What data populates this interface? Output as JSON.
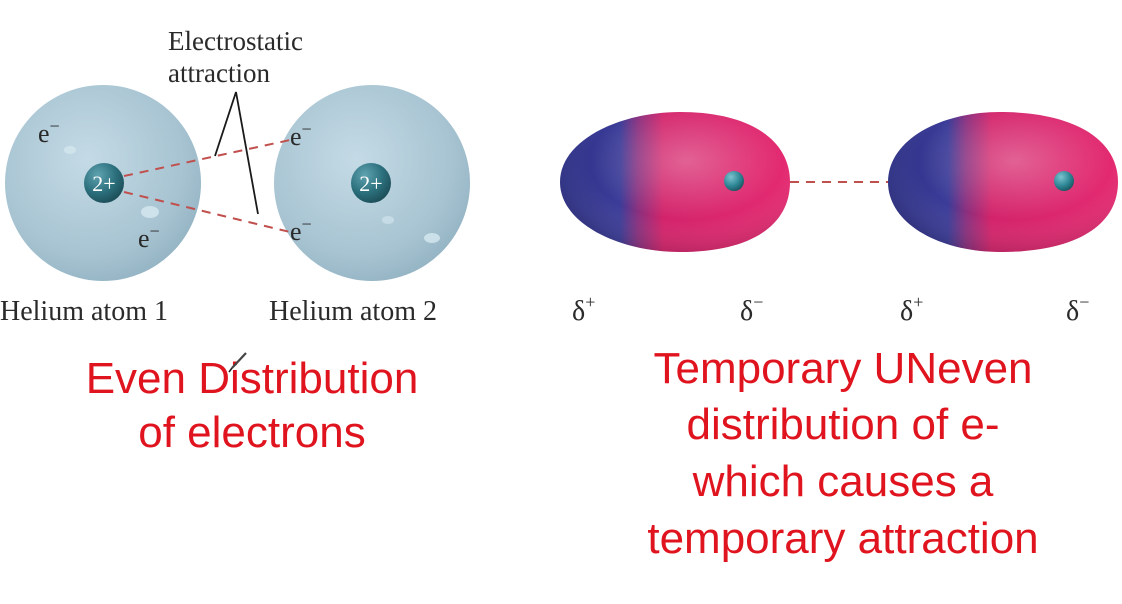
{
  "diagram": {
    "left_panel": {
      "label_line1": "Electrostatic",
      "label_line2": "attraction",
      "electron": "e",
      "electron_charge": "−",
      "nucleus_charge": "2+",
      "atom1_label": "Helium atom 1",
      "atom2_label": "Helium atom 2",
      "caption": [
        "Even Distribution",
        "of electrons"
      ]
    },
    "right_panel": {
      "delta": "δ",
      "plus": "+",
      "minus": "−",
      "caption": [
        "Temporary UNeven",
        "distribution of e-",
        "which causes a",
        "temporary attraction"
      ]
    },
    "colors": {
      "atom_fill": "#a9c6d4",
      "nucleus": "#2b6f7c",
      "dashed_line": "#c0504d",
      "blue_lobe": "#3a3a94",
      "pink_lobe": "#e0246c",
      "caption_red": "#e0141e"
    }
  }
}
